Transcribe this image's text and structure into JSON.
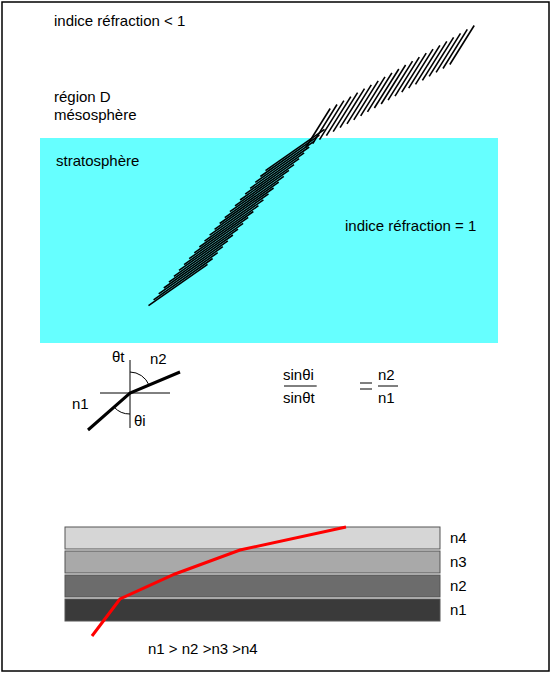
{
  "diagram": {
    "nodes": [
      {
        "text": [
          "stratosphère",
          "indice réfraction = 1"
        ]
      },
      {
        "text": [
          "n4"
        ]
      },
      {
        "text": [
          "n3"
        ]
      },
      {
        "text": [
          "n2"
        ]
      },
      {
        "text": [
          "n1"
        ]
      }
    ],
    "labels": [
      "indice réfraction < 1",
      "région D mésosphère",
      "n2",
      "n1",
      "θt",
      "θi",
      "sinθi",
      "sinθt",
      "n2",
      "n1",
      "n1 > n2 >n3 >n4"
    ]
  }
}
